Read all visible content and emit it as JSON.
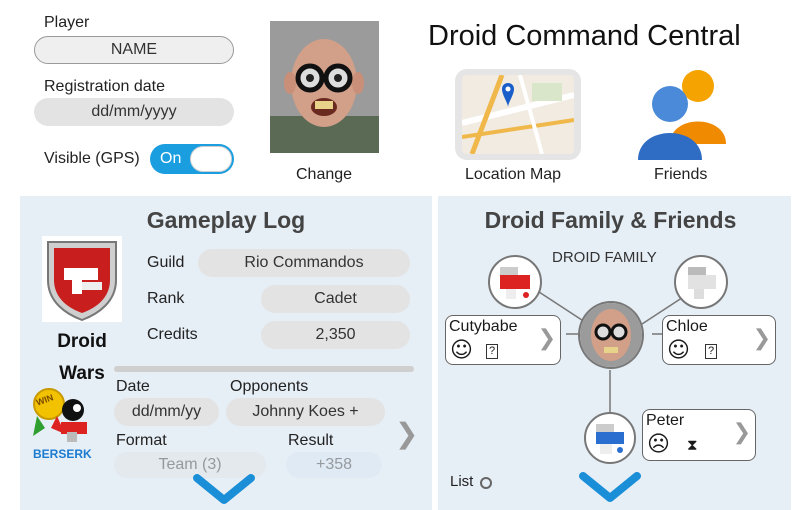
{
  "profile": {
    "player_label": "Player",
    "player_value": "NAME",
    "reg_label": "Registration date",
    "reg_placeholder": "dd/mm/yyyy",
    "visible_label": "Visible (GPS)",
    "visible_state": "On",
    "photo_caption": "Change"
  },
  "header": {
    "title": "Droid Command Central",
    "location_label": "Location Map",
    "friends_label": "Friends"
  },
  "gameplay": {
    "title": "Gameplay Log",
    "guild_label": "Guild",
    "guild_value": "Rio Commandos",
    "rank_label": "Rank",
    "rank_value": "Cadet",
    "credits_label": "Credits",
    "credits_value": "2,350",
    "emblem_line1": "Droid",
    "emblem_line2": "Wars",
    "win_badge": "WIN",
    "berserk": "BERSERK",
    "date_label": "Date",
    "date_placeholder": "dd/mm/yy",
    "opponents_label": "Opponents",
    "opponents_value": "Johnny Koes +",
    "format_label": "Format",
    "format_value": "Team (3)",
    "result_label": "Result",
    "result_value": "+358"
  },
  "family": {
    "title": "Droid Family & Friends",
    "family_label": "DROID FAMILY",
    "friends": [
      {
        "name": "Cutybabe",
        "mood": "☺",
        "status": "?"
      },
      {
        "name": "Chloe",
        "mood": "☺",
        "status": "?"
      },
      {
        "name": "Peter",
        "mood": "☹",
        "status": "⧗"
      }
    ],
    "list_label": "List"
  },
  "colors": {
    "toggle_on": "#1a9ee0",
    "panel_bg": "#e6eef6",
    "chevron_blue": "#1a8fd8",
    "berserk_blue": "#1a7bd0"
  }
}
